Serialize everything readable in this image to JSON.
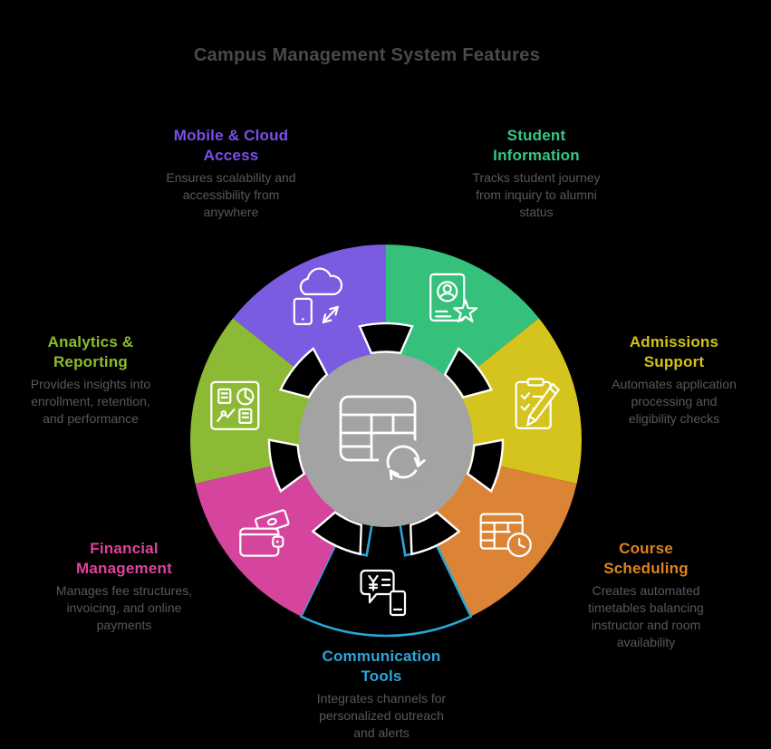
{
  "title": "Campus Management System Features",
  "colors": {
    "background": "#000000",
    "title_text": "#4a4a4c",
    "description_text": "#58585b",
    "center_fill": "#a3a3a3",
    "notch_stroke": "#ffffff",
    "icon_stroke": "#ffffff"
  },
  "center": {
    "icon": "table-sync-icon"
  },
  "features": [
    {
      "id": "student-information",
      "label": "Student\nInformation",
      "description": "Tracks student journey\nfrom inquiry to alumni\nstatus",
      "fill": "#35c17c",
      "label_color": "#37c685",
      "icon": "id-card-star-icon",
      "style": "filled"
    },
    {
      "id": "admissions-support",
      "label": "Admissions\nSupport",
      "description": "Automates application\nprocessing and\neligibility checks",
      "fill": "#d5c41d",
      "label_color": "#d2c315",
      "icon": "clipboard-pencil-icon",
      "style": "filled"
    },
    {
      "id": "course-scheduling",
      "label": "Course\nScheduling",
      "description": "Creates automated\ntimetables balancing\ninstructor and room\navailability",
      "fill": "#dc8435",
      "label_color": "#de831d",
      "icon": "timetable-clock-icon",
      "style": "filled"
    },
    {
      "id": "communication-tools",
      "label": "Communication\nTools",
      "description": "Integrates channels for\npersonalized outreach\nand alerts",
      "fill": "#2aa6da",
      "label_color": "#2ca6da",
      "icon": "chat-payment-icon",
      "style": "outline"
    },
    {
      "id": "financial-management",
      "label": "Financial\nManagement",
      "description": "Manages fee structures,\ninvoicing, and online\npayments",
      "fill": "#d5459e",
      "label_color": "#e0419e",
      "icon": "wallet-money-icon",
      "style": "filled"
    },
    {
      "id": "analytics-reporting",
      "label": "Analytics &\nReporting",
      "description": "Provides insights into\nenrollment, retention,\nand performance",
      "fill": "#8cba35",
      "label_color": "#8cbc2e",
      "icon": "analytics-dashboard-icon",
      "style": "filled"
    },
    {
      "id": "mobile-cloud-access",
      "label": "Mobile & Cloud\nAccess",
      "description": "Ensures scalability and\naccessibility from\nanywhere",
      "fill": "#7b5ce1",
      "label_color": "#7a50e8",
      "icon": "cloud-mobile-sync-icon",
      "style": "filled"
    }
  ]
}
